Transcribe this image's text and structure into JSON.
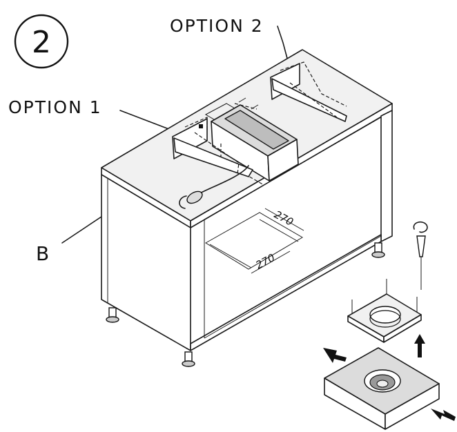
{
  "step": {
    "number": "2"
  },
  "labels": {
    "option_1": "OPTION 1",
    "option_2": "OPTION 2",
    "part_b": "B"
  },
  "dimensions": {
    "cutout_width": "270",
    "cutout_depth": "270"
  }
}
